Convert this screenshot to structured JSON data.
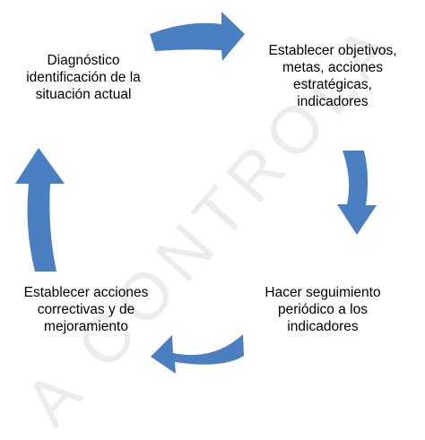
{
  "watermark": "A CONTROLA",
  "colors": {
    "arrow": "#4a7fc1",
    "text": "#000000"
  },
  "nodes": [
    {
      "lines": [
        "Diagnóstico",
        "identificación de la",
        "situación actual"
      ]
    },
    {
      "lines": [
        "Establecer objetivos,",
        "metas, acciones",
        "estratégicas,",
        "indicadores"
      ]
    },
    {
      "lines": [
        "Hacer seguimiento",
        "periódico a los",
        "indicadores"
      ]
    },
    {
      "lines": [
        "Establecer acciones",
        "correctivas y de",
        "mejoramiento"
      ]
    }
  ]
}
